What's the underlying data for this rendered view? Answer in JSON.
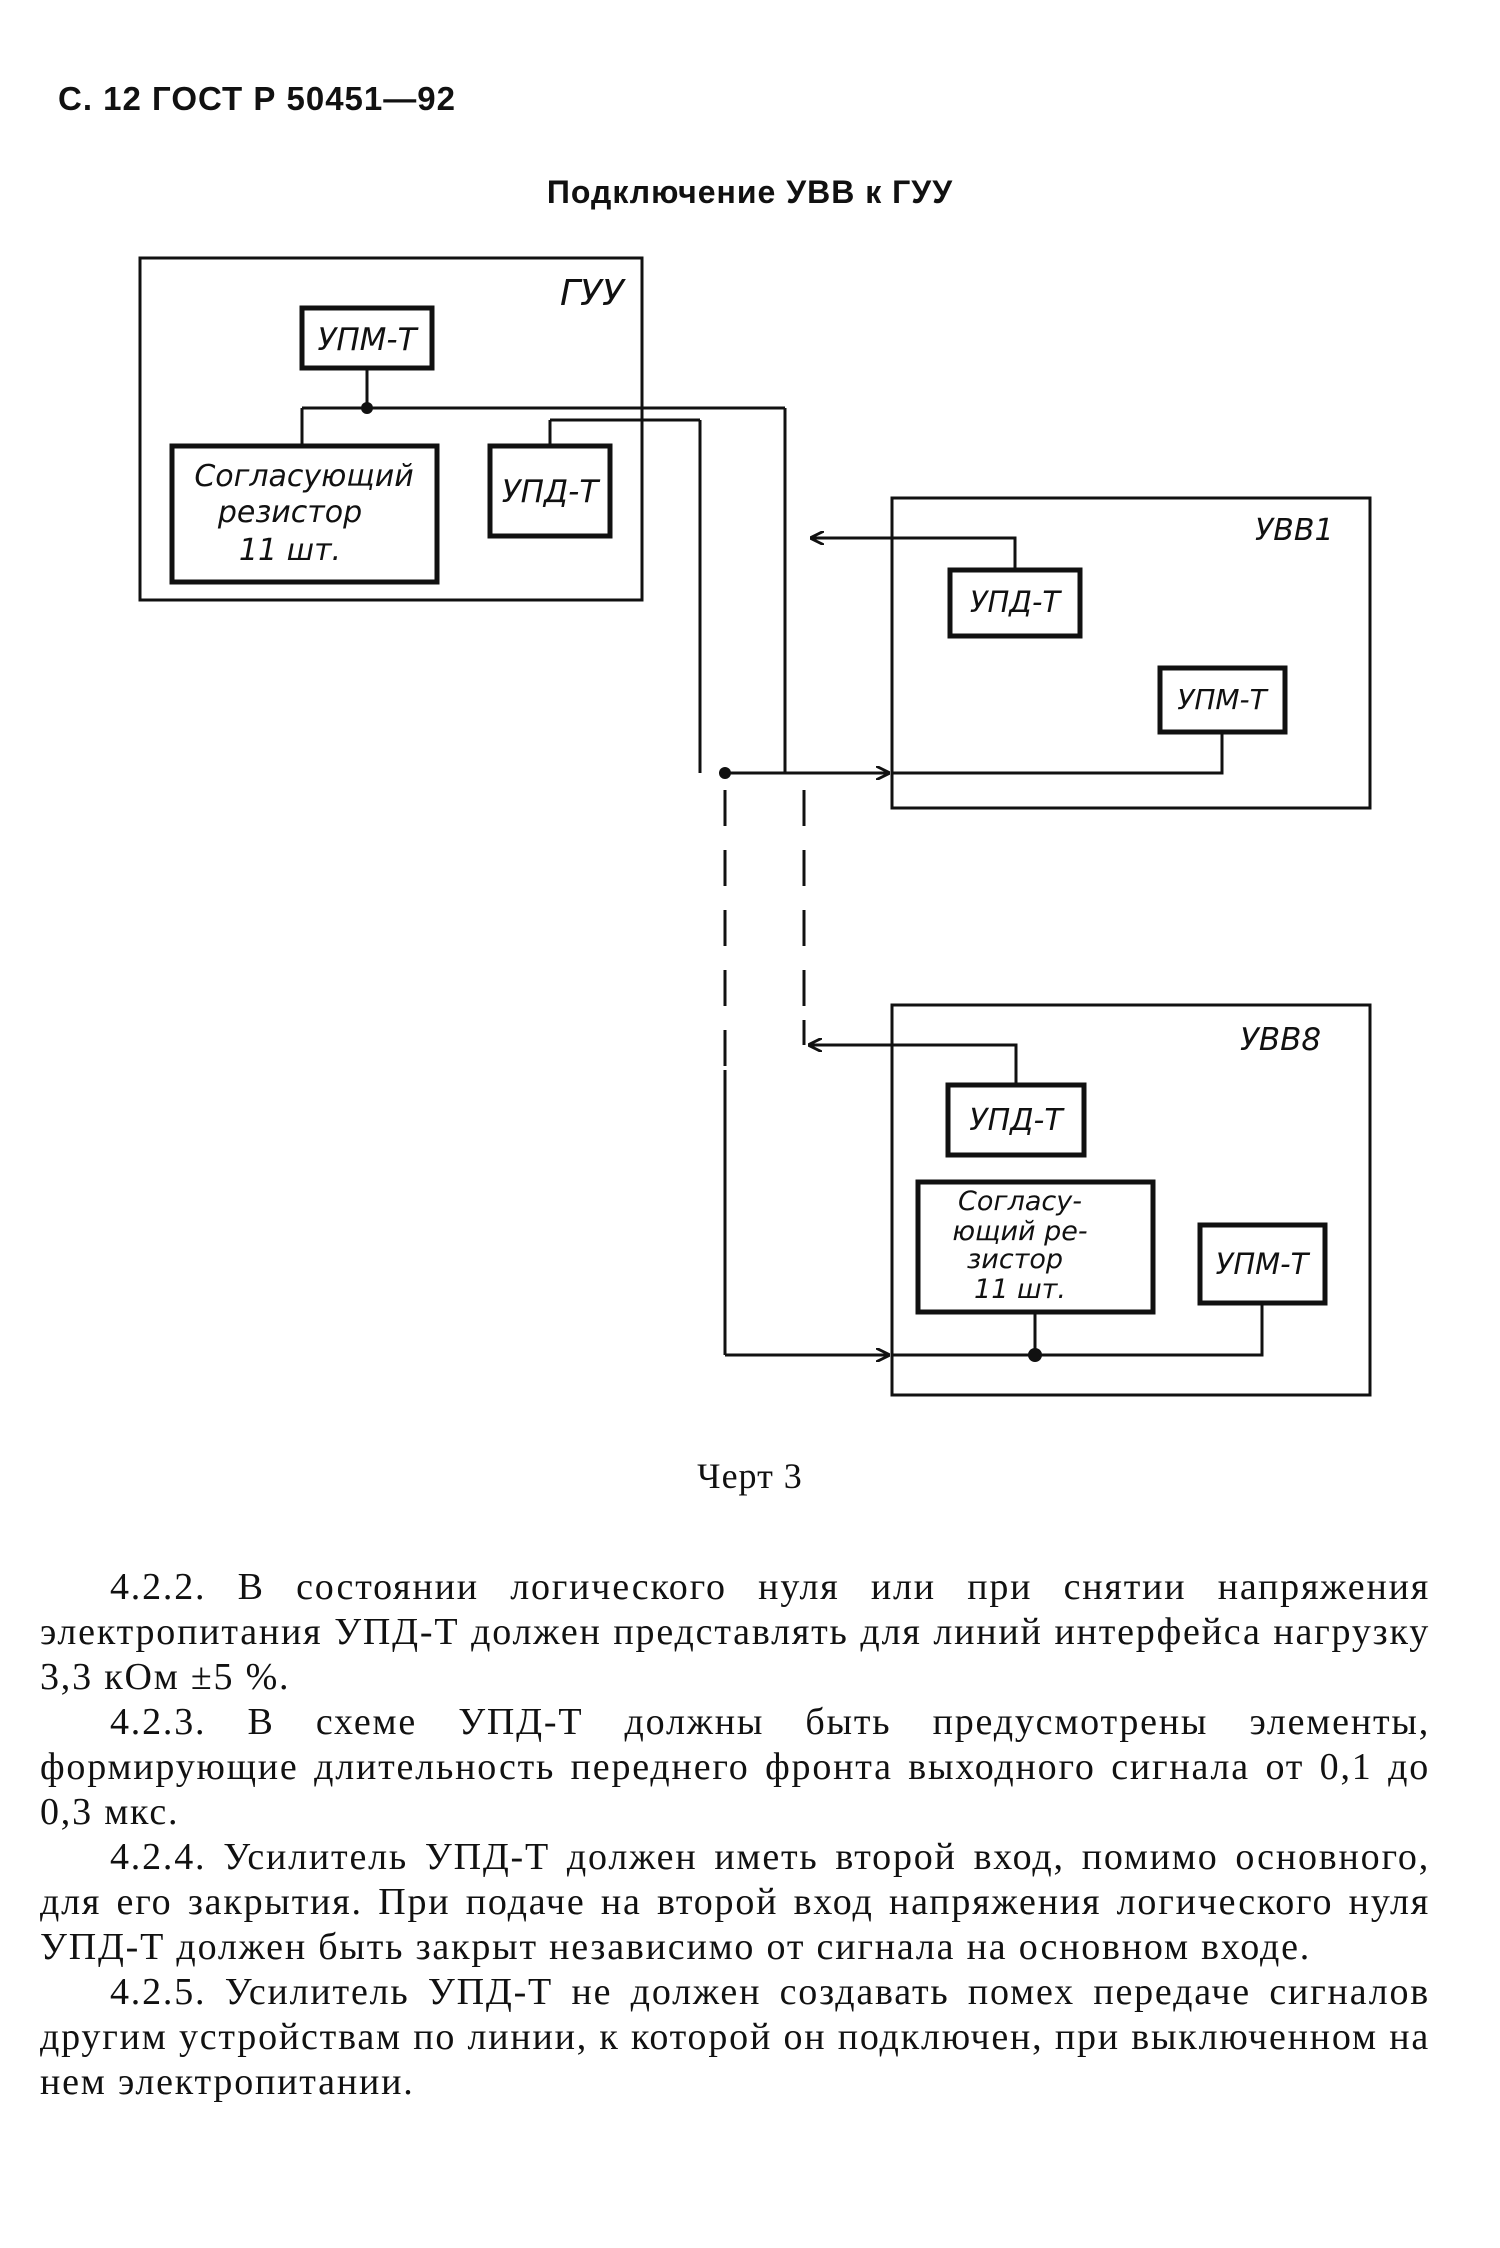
{
  "page_header": "С. 12 ГОСТ Р 50451—92",
  "diagram": {
    "title": "Подключение УВВ к ГУУ",
    "gcu": {
      "label": "ГУУ",
      "upm": "УПМ-Т",
      "resistor": [
        "Согласующий",
        "резистор",
        "11 шт."
      ],
      "upd": "УПД-Т"
    },
    "uvv1": {
      "label": "УВВ1",
      "upd": "УПД-Т",
      "upm": "УПМ-Т"
    },
    "uvv8": {
      "label": "УВВ8",
      "upd": "УПД-Т",
      "resistor": [
        "Согласу-",
        "ющий ре-",
        "зистор",
        "11 шт."
      ],
      "upm": "УПМ-Т"
    },
    "caption": "Черт 3"
  },
  "paragraphs": [
    "4.2.2. В состоянии логического нуля или при снятии напряжения электропитания УПД-Т должен представлять для линий интерфейса нагрузку 3,3 кОм ±5 %.",
    "4.2.3. В схеме УПД-Т должны быть предусмотрены элементы, формирующие длительность переднего фронта выходного сигнала от 0,1 до 0,3 мкс.",
    "4.2.4. Усилитель УПД-Т должен иметь второй вход, помимо основного, для его закрытия. При подаче на второй вход напряжения логического нуля УПД-Т должен быть закрыт независимо от сигнала на основном входе.",
    "4.2.5. Усилитель УПД-Т не должен создавать помех передаче сигналов другим устройствам по линии, к которой он подключен, при выключенном на нем электропитании."
  ]
}
